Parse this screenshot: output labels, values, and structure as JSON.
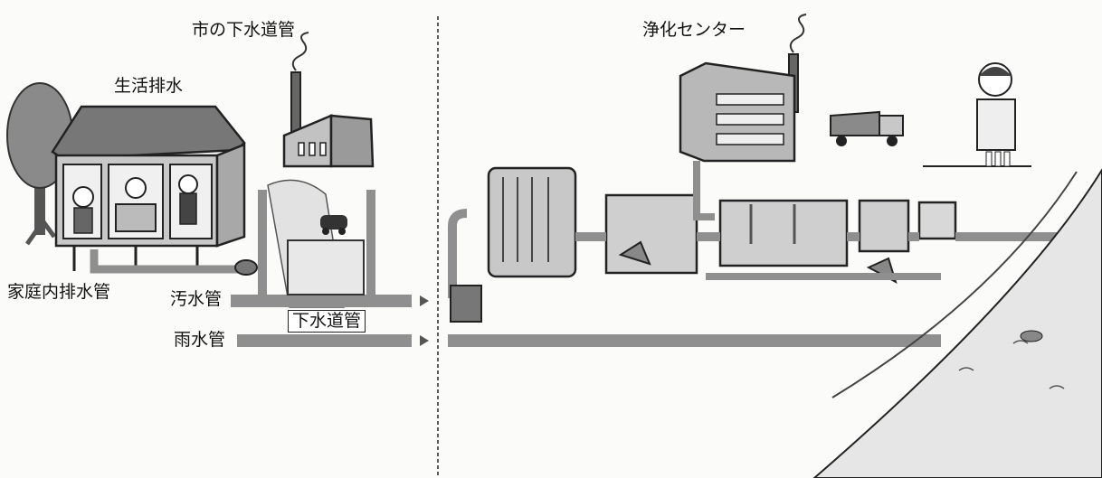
{
  "labels": {
    "city_sewer": "市の下水道管",
    "purification_center": "浄化センター",
    "domestic_wastewater": "生活排水",
    "household_drain_pipe": "家庭内排水管",
    "sewage_pipe": "汚水管",
    "sewer_pipe": "下水道管",
    "storm_pipe": "雨水管"
  },
  "colors": {
    "pipe": "#9a9a9a",
    "pipe_dark": "#555555",
    "outline": "#222222",
    "water": "#dcdcdc",
    "tree": "#808080"
  }
}
